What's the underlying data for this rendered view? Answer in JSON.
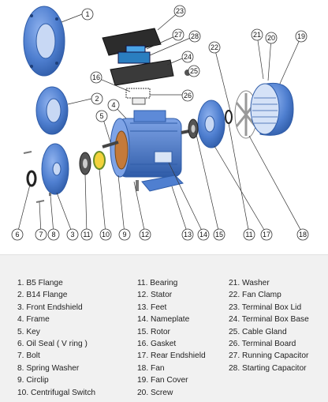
{
  "callouts": [
    "1",
    "2",
    "3",
    "4",
    "5",
    "6",
    "7",
    "8",
    "9",
    "10",
    "11",
    "12",
    "13",
    "14",
    "15",
    "16",
    "17",
    "18",
    "19",
    "20",
    "21",
    "22",
    "23",
    "24",
    "25",
    "26",
    "27",
    "28"
  ],
  "legend": {
    "col1": [
      "1. B5 Flange",
      "2. B14 Flange",
      "3. Front  Endshield",
      "4. Frame",
      "5. Key",
      "6. Oil Seal  ( V ring )",
      "7. Bolt",
      "8. Spring Washer",
      "9. Circlip",
      "10. Centrifugal Switch"
    ],
    "col2": [
      "11. Bearing",
      "12. Stator",
      "13. Feet",
      "14. Nameplate",
      "15. Rotor",
      "16. Gasket",
      "17. Rear Endshield",
      "18. Fan",
      "19. Fan Cover",
      "20. Screw"
    ],
    "col3": [
      "21. Washer",
      "22. Fan Clamp",
      "23. Terminal Box Lid",
      "24. Terminal Box Base",
      "25. Cable Gland",
      "26. Terminal Board",
      "27. Running Capacitor",
      "28. Starting Capacitor"
    ]
  },
  "colors": {
    "blue": "#4f7fd0",
    "blue_dark": "#2f5ca8",
    "legend_bg": "#f1f1f1"
  }
}
